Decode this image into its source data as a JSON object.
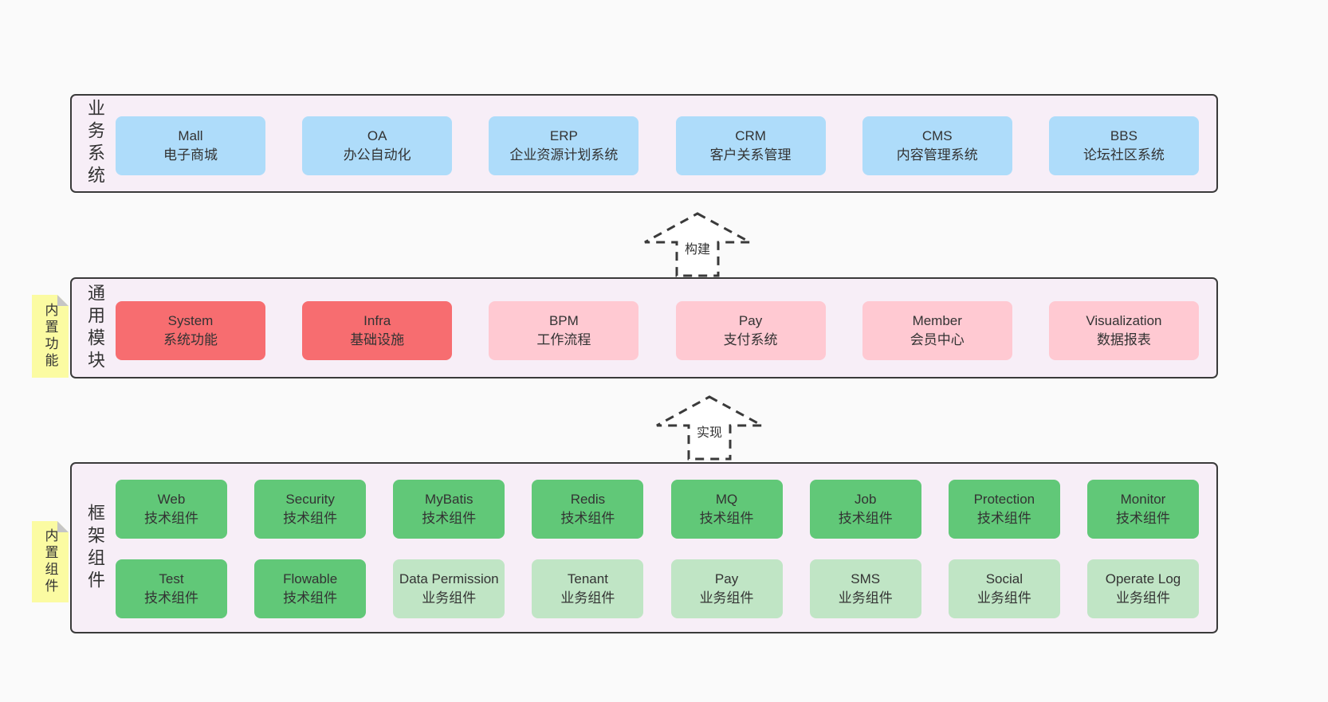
{
  "colors": {
    "page_bg": "#fafafa",
    "panel_bg": "#f7eef7",
    "panel_border": "#3a3a3a",
    "business_blue": "#aedcfa",
    "module_red": "#f76d70",
    "module_pink": "#ffc9d2",
    "component_green": "#61c878",
    "component_light_green": "#c0e5c5",
    "note_yellow": "#fbfba2",
    "note_fold_gray": "#c6c6c6",
    "text": "#333333"
  },
  "arrows": [
    {
      "label": "构建"
    },
    {
      "label": "实现"
    }
  ],
  "layers": [
    {
      "label": "业务系统",
      "boxes_row1": [
        {
          "name": "Mall",
          "desc": "电子商城"
        },
        {
          "name": "OA",
          "desc": "办公自动化"
        },
        {
          "name": "ERP",
          "desc": "企业资源计划系统"
        },
        {
          "name": "CRM",
          "desc": "客户关系管理"
        },
        {
          "name": "CMS",
          "desc": "内容管理系统"
        },
        {
          "name": "BBS",
          "desc": "论坛社区系统"
        }
      ]
    },
    {
      "label": "通用模块",
      "note": "内置功能",
      "boxes_row1": [
        {
          "name": "System",
          "desc": "系统功能"
        },
        {
          "name": "Infra",
          "desc": "基础设施"
        },
        {
          "name": "BPM",
          "desc": "工作流程"
        },
        {
          "name": "Pay",
          "desc": "支付系统"
        },
        {
          "name": "Member",
          "desc": "会员中心"
        },
        {
          "name": "Visualization",
          "desc": "数据报表"
        }
      ]
    },
    {
      "label": "框架组件",
      "note": "内置组件",
      "boxes_row1": [
        {
          "name": "Web",
          "desc": "技术组件"
        },
        {
          "name": "Security",
          "desc": "技术组件"
        },
        {
          "name": "MyBatis",
          "desc": "技术组件"
        },
        {
          "name": "Redis",
          "desc": "技术组件"
        },
        {
          "name": "MQ",
          "desc": "技术组件"
        },
        {
          "name": "Job",
          "desc": "技术组件"
        },
        {
          "name": "Protection",
          "desc": "技术组件"
        },
        {
          "name": "Monitor",
          "desc": "技术组件"
        }
      ],
      "boxes_row2": [
        {
          "name": "Test",
          "desc": "技术组件"
        },
        {
          "name": "Flowable",
          "desc": "技术组件"
        },
        {
          "name": "Data Permission",
          "desc": "业务组件"
        },
        {
          "name": "Tenant",
          "desc": "业务组件"
        },
        {
          "name": "Pay",
          "desc": "业务组件"
        },
        {
          "name": "SMS",
          "desc": "业务组件"
        },
        {
          "name": "Social",
          "desc": "业务组件"
        },
        {
          "name": "Operate Log",
          "desc": "业务组件"
        }
      ]
    }
  ]
}
